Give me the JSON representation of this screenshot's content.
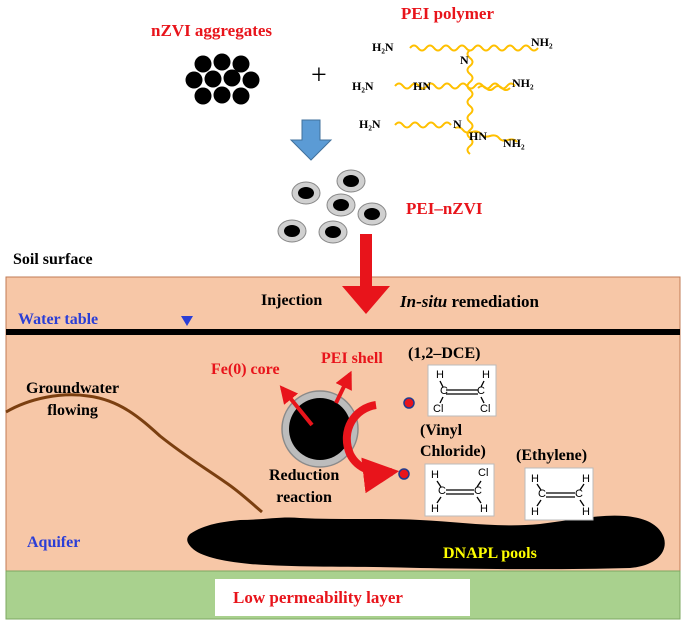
{
  "top": {
    "nzvi_label": "nZVI aggregates",
    "plus": "+",
    "pei_label": "PEI polymer",
    "pei_groups": [
      "H₂N",
      "NH₂",
      "H₂N",
      "HN",
      "NH₂",
      "H₂N",
      "HN",
      "NH₂",
      "N",
      "N"
    ],
    "product_label": "PEI–nZVI"
  },
  "soil": {
    "surface_label": "Soil surface",
    "injection_label": "Injection",
    "insitu_italic": "In-situ",
    "insitu_rest": " remediation",
    "water_table_label": "Water table",
    "groundwater_label_line1": "Groundwater",
    "groundwater_label_line2": "flowing",
    "aquifer_label": "Aquifer",
    "dnapl_label": "DNAPL pools",
    "low_perm_label": "Low permeability layer"
  },
  "particle": {
    "core_label": "Fe(0) core",
    "shell_label": "PEI shell",
    "reaction_line1": "Reduction",
    "reaction_line2": "reaction"
  },
  "compounds": {
    "dce_label": "(1,2–DCE)",
    "vc_label_line1": "(Vinyl",
    "vc_label_line2": "Chloride)",
    "ethylene_label": "(Ethylene)",
    "dce_atoms": [
      "H",
      "H",
      "Cl",
      "Cl",
      "C",
      "C"
    ],
    "vc_atoms": [
      "H",
      "Cl",
      "H",
      "H",
      "C",
      "C"
    ],
    "ethylene_atoms": [
      "H",
      "H",
      "H",
      "H",
      "C",
      "C"
    ]
  },
  "colors": {
    "soil": "#f7c7a7",
    "low_perm": "#a9d18e",
    "arrow_red": "#e8141b",
    "arrow_blue": "#5b9bd5",
    "water_blue": "#2b3ed6",
    "polymer_yellow": "#ffc000",
    "groundwater_brown": "#7b3f10",
    "dnapl_black": "#000000"
  },
  "icons": [
    "down-arrow-blue",
    "down-arrow-red",
    "water-table-triangle",
    "particle-icon"
  ]
}
